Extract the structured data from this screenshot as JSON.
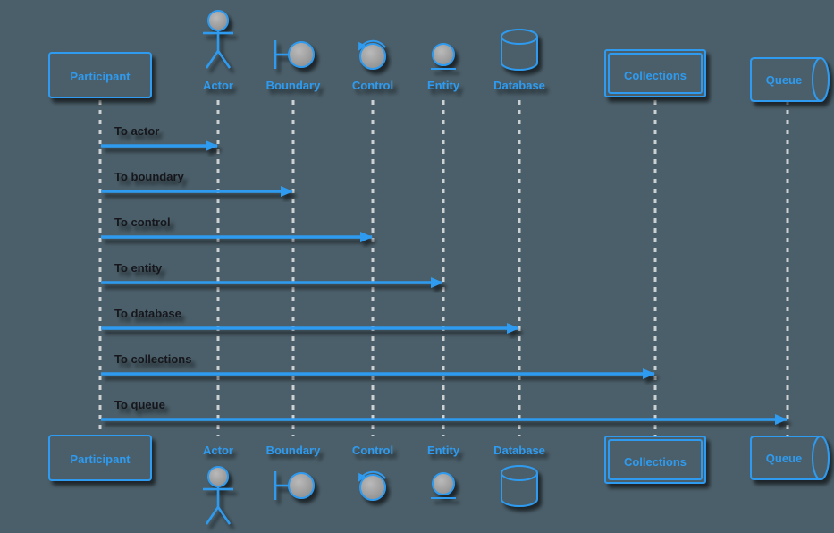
{
  "diagram": {
    "type": "sequence",
    "participants": [
      {
        "id": "participant",
        "kind": "participant",
        "label": "Participant"
      },
      {
        "id": "actor",
        "kind": "actor",
        "label": "Actor"
      },
      {
        "id": "boundary",
        "kind": "boundary",
        "label": "Boundary"
      },
      {
        "id": "control",
        "kind": "control",
        "label": "Control"
      },
      {
        "id": "entity",
        "kind": "entity",
        "label": "Entity"
      },
      {
        "id": "database",
        "kind": "database",
        "label": "Database"
      },
      {
        "id": "collections",
        "kind": "collections",
        "label": "Collections"
      },
      {
        "id": "queue",
        "kind": "queue",
        "label": "Queue"
      }
    ],
    "messages": [
      {
        "from": "participant",
        "to": "actor",
        "text": "To actor"
      },
      {
        "from": "participant",
        "to": "boundary",
        "text": "To boundary"
      },
      {
        "from": "participant",
        "to": "control",
        "text": "To control"
      },
      {
        "from": "participant",
        "to": "entity",
        "text": "To entity"
      },
      {
        "from": "participant",
        "to": "database",
        "text": "To database"
      },
      {
        "from": "participant",
        "to": "collections",
        "text": "To collections"
      },
      {
        "from": "participant",
        "to": "queue",
        "text": "To queue"
      }
    ],
    "colors": {
      "background": "#4b5f6a",
      "accent": "#2e9bf0",
      "lifeline": "#ccd1d3",
      "message_text": "#14171a",
      "icon_fill": "#999999"
    }
  }
}
